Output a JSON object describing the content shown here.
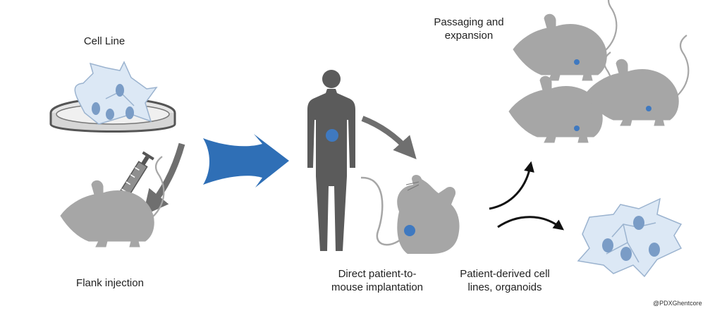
{
  "labels": {
    "cell_line": "Cell Line",
    "flank_injection": "Flank injection",
    "passaging_line1": "Passaging and",
    "passaging_line2": "expansion",
    "direct_line1": "Direct patient-to-",
    "direct_line2": "mouse implantation",
    "derived_line1": "Patient-derived cell",
    "derived_line2": "lines, organoids",
    "credit": "@PDXGhentcore"
  },
  "colors": {
    "mouse": "#a6a6a6",
    "human": "#5b5b5b",
    "tumor": "#3f79c0",
    "big_arrow": "#2f6fb6",
    "grey_arrow": "#6f6f6f",
    "black_arrow": "#111111",
    "cell_fill": "#dce8f5",
    "cell_stroke": "#9bb3cf",
    "nucleus": "#7a9cc6"
  },
  "icons": [
    "petri-dish-icon",
    "syringe-icon",
    "mouse-icon",
    "human-silhouette-icon",
    "cell-cluster-icon"
  ]
}
